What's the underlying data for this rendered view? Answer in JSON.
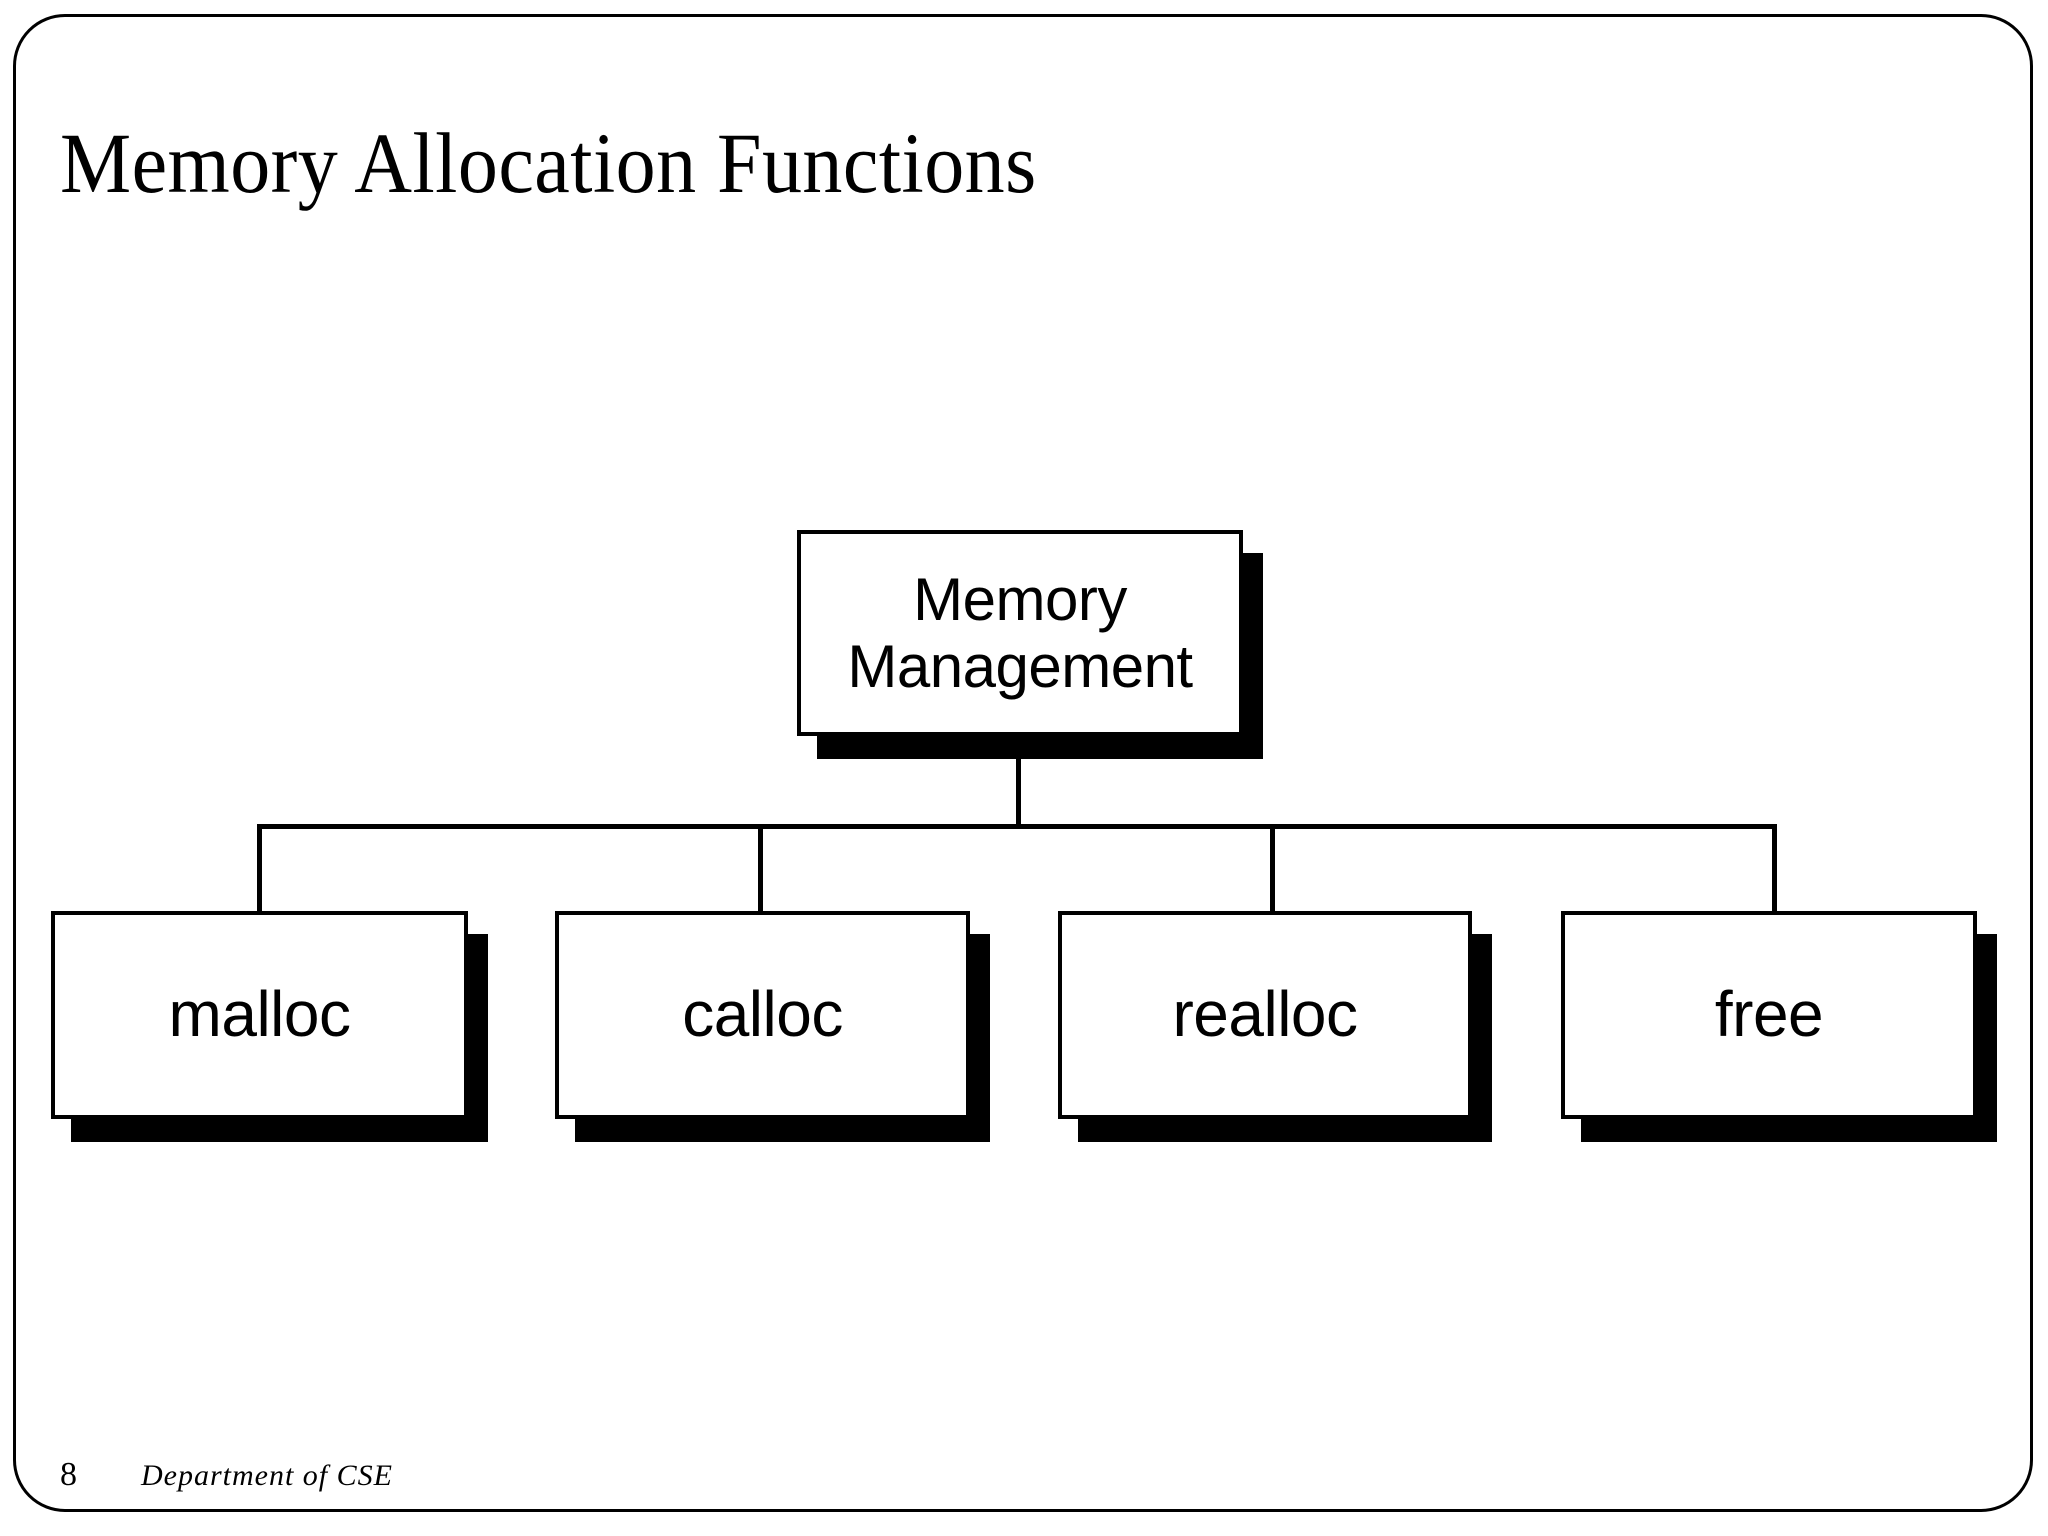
{
  "slide": {
    "title": "Memory Allocation Functions",
    "number": "8",
    "footer_text": "Department of CSE",
    "frame_color": "#000000",
    "background_color": "#ffffff"
  },
  "diagram": {
    "type": "tree",
    "node_fill": "#ffffff",
    "node_border": "#000000",
    "shadow_color": "#000000",
    "connector_color": "#000000",
    "root": {
      "label_line_1": "Memory",
      "label_line_2": "Management"
    },
    "children": [
      {
        "label": "malloc"
      },
      {
        "label": "calloc"
      },
      {
        "label": "realloc"
      },
      {
        "label": "free"
      }
    ]
  }
}
